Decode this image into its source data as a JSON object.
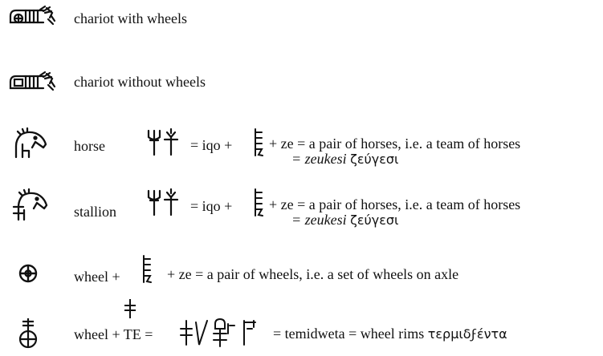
{
  "rows": {
    "chariot_with_wheels": {
      "text": "chariot with wheels"
    },
    "chariot_without_wheels": {
      "text": "chariot without wheels"
    },
    "horse": {
      "label": "horse",
      "eq1": "= iqo +",
      "eq2": "+ ze = a pair of horses, i.e. a team of horses",
      "transliteration": "= zeukesi",
      "greek": "ζεύγεσι"
    },
    "stallion": {
      "label": "stallion",
      "eq1": "= iqo +",
      "eq2": "+ ze = a pair of horses, i.e. a team of horses",
      "transliteration": "= zeukesi",
      "greek": "ζεύγεσι"
    },
    "wheel_pair": {
      "label": "wheel +",
      "eq": "+ ze = a pair of wheels, i.e. a set of wheels on axle"
    },
    "wheel_te": {
      "label": "wheel + TE =",
      "eq": "= temidweta = wheel rims",
      "greek": "τερμιδϝέντα"
    }
  },
  "icons": [
    "chariot-wheels-icon",
    "chariot-no-wheels-icon",
    "horse-head-icon",
    "stallion-head-icon",
    "wheel-icon",
    "wheel-te-icon",
    "iqo-sign-icon",
    "ze-sign-icon",
    "temidweta-signs-icon"
  ]
}
